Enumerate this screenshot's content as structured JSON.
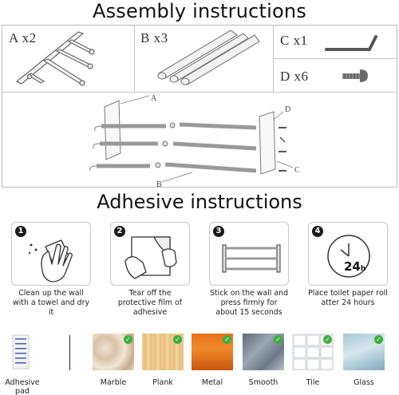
{
  "assembly": {
    "title": "Assembly instructions",
    "parts": [
      {
        "label": "A x2"
      },
      {
        "label": "B x3"
      },
      {
        "label": "C x1"
      },
      {
        "label": "D x6"
      }
    ],
    "diagram_callouts": [
      "A",
      "B",
      "C",
      "D"
    ]
  },
  "adhesive": {
    "title": "Adhesive instructions",
    "steps": [
      {
        "number": "1",
        "text": "Clean up the wall with a towel and dry it"
      },
      {
        "number": "2",
        "text": "Tear off the protective film of adhesive"
      },
      {
        "number": "3",
        "text": "Stick on the wall and press firmly for about 15 seconds"
      },
      {
        "number": "4",
        "text": "Place toilet paper roll atter 24 hours",
        "clock_text": "24",
        "clock_unit": "h"
      }
    ]
  },
  "surfaces": [
    {
      "label": "Adhesive pad",
      "checked": false
    },
    {
      "label": "Marble",
      "checked": true
    },
    {
      "label": "Plank",
      "checked": true
    },
    {
      "label": "Metal",
      "checked": true
    },
    {
      "label": "Smooth",
      "checked": true
    },
    {
      "label": "Tile",
      "checked": true
    },
    {
      "label": "Glass",
      "checked": true
    }
  ],
  "check_symbol": "✓"
}
